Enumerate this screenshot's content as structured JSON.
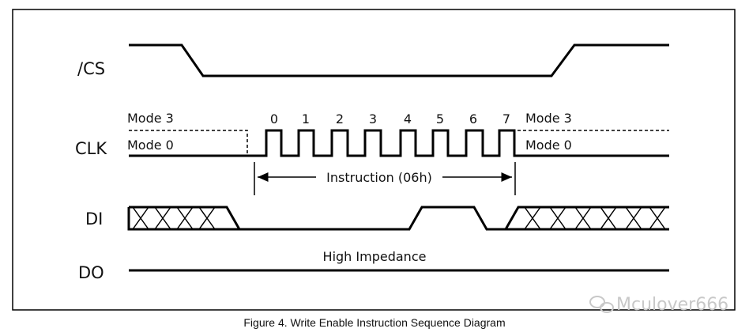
{
  "signals": {
    "cs": "/CS",
    "clk": "CLK",
    "di": "DI",
    "do": "DO"
  },
  "clk_annotations": {
    "mode3_left": "Mode 3",
    "mode0_left": "Mode 0",
    "mode3_right": "Mode 3",
    "mode0_right": "Mode 0",
    "bit_labels": [
      "0",
      "1",
      "2",
      "3",
      "4",
      "5",
      "6",
      "7"
    ]
  },
  "instruction_label": "Instruction (06h)",
  "do_label": "High Impedance",
  "caption": "Figure 4. Write Enable Instruction Sequence Diagram",
  "watermark": "Mculover666",
  "colors": {
    "line": "#000000",
    "frame": "#000000",
    "watermark": "#c8c8c8"
  }
}
